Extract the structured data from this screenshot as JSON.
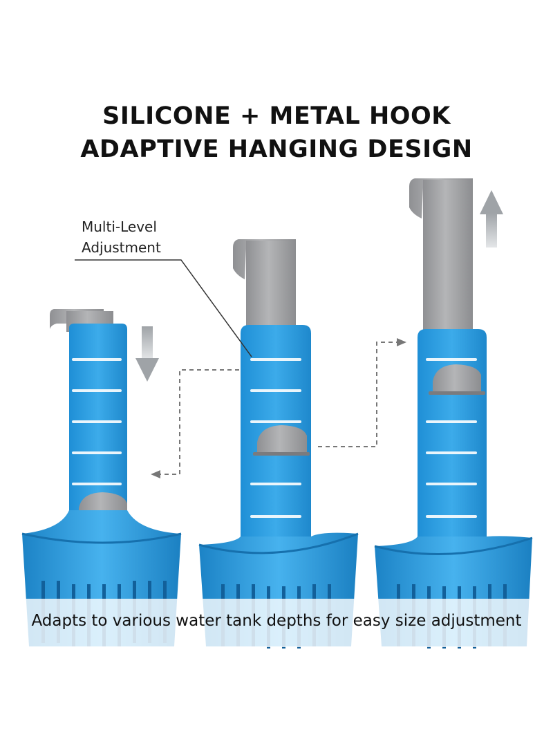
{
  "headline": {
    "line1": "SILICONE + METAL HOOK",
    "line2": "ADAPTIVE HANGING DESIGN"
  },
  "callout": {
    "line1": "Multi-Level",
    "line2": "Adjustment"
  },
  "caption": "Adapts to various water tank depths for easy size adjustment",
  "colors": {
    "silicone_blue": "#2f9fe0",
    "silicone_dark": "#1b7ec0",
    "metal": "#a6a7a9",
    "arrow_gray": "#b9bcbf",
    "dashed_line": "#777777"
  },
  "icons": [
    "down-arrow-icon",
    "up-arrow-icon",
    "dashed-arrow-icon"
  ]
}
